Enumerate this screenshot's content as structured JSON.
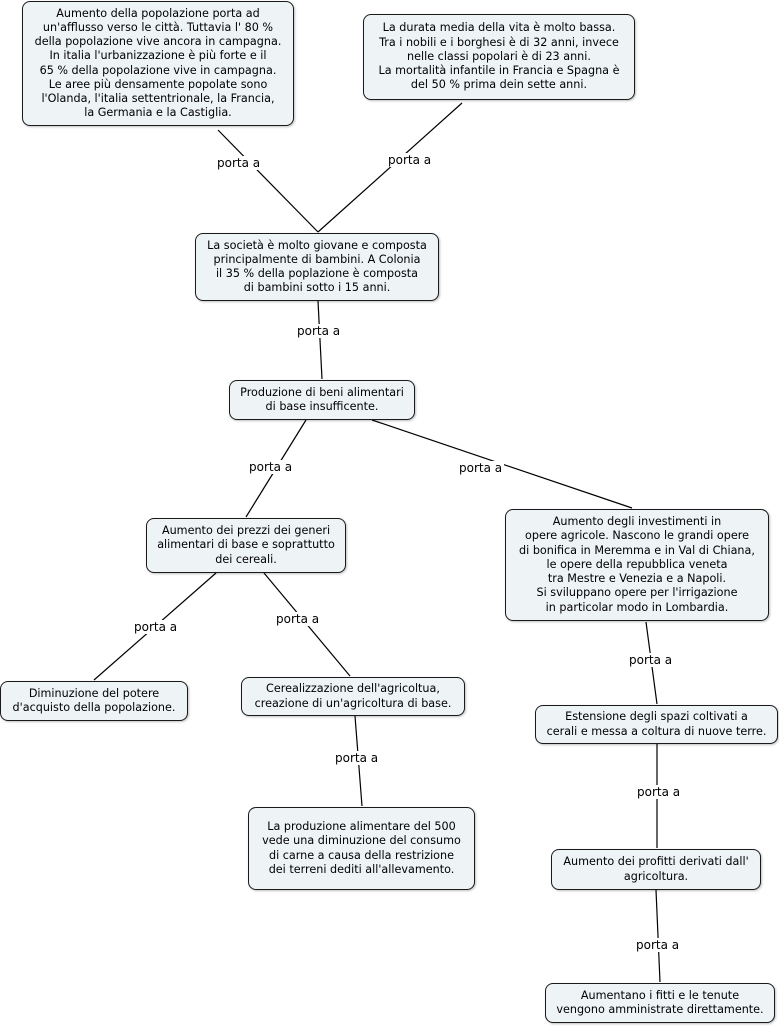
{
  "nodes": [
    {
      "id": "n1",
      "text": "Aumento della popolazione porta ad\nun'afflusso verso le città. Tuttavia l' 80 %\ndella popolazione vive ancora in campagna.\nIn italia l'urbanizzazione è più forte e il\n65 % della popolazione vive in campagna.\nLe aree più densamente popolate sono\nl'Olanda, l'italia settentrionale, la Francia,\nla Germania e la Castiglia."
    },
    {
      "id": "n2",
      "text": "La durata media della vita è molto bassa.\nTra i nobili e i borghesi è di 32 anni, invece\nnelle classi popolari è di 23 anni.\nLa mortalità infantile in Francia e Spagna è\ndel 50 % prima dein sette anni."
    },
    {
      "id": "n3",
      "text": "La società è molto giovane e composta\nprincipalmente di bambini. A Colonia\nil 35 % della poplazione è composta\ndi bambini sotto i 15 anni."
    },
    {
      "id": "n4",
      "text": "Produzione di beni alimentari\ndi base insufficente."
    },
    {
      "id": "n5",
      "text": "Aumento dei prezzi dei generi\nalimentari di base e soprattutto\ndei cereali."
    },
    {
      "id": "n6",
      "text": "Aumento degli investimenti in\nopere agricole. Nascono le grandi opere\ndi bonifica in Meremma e in Val di Chiana,\nle opere della repubblica veneta\ntra Mestre e Venezia e a Napoli.\nSi sviluppano opere per l'irrigazione\nin particolar modo in Lombardia."
    },
    {
      "id": "n7",
      "text": "Diminuzione del potere\nd'acquisto della popolazione."
    },
    {
      "id": "n8",
      "text": "Cerealizzazione dell'agricoltua,\ncreazione di un'agricoltura di base."
    },
    {
      "id": "n9",
      "text": "La produzione alimentare del 500\nvede una diminuzione del consumo\ndi carne a causa della restrizione\ndei terreni dediti all'allevamento."
    },
    {
      "id": "n10",
      "text": "Estensione degli spazi coltivati a\ncerali e messa a coltura di nuove terre."
    },
    {
      "id": "n11",
      "text": "Aumento dei profitti derivati dall'\nagricoltura."
    },
    {
      "id": "n12",
      "text": "Aumentano i fitti e le tenute\nvengono amministrate direttamente."
    }
  ],
  "links": [
    {
      "from": "n1",
      "to": "n3",
      "label": "porta a"
    },
    {
      "from": "n2",
      "to": "n3",
      "label": "porta a"
    },
    {
      "from": "n3",
      "to": "n4",
      "label": "porta a"
    },
    {
      "from": "n4",
      "to": "n5",
      "label": "porta a"
    },
    {
      "from": "n4",
      "to": "n6",
      "label": "porta a"
    },
    {
      "from": "n5",
      "to": "n7",
      "label": "porta a"
    },
    {
      "from": "n5",
      "to": "n8",
      "label": "porta a"
    },
    {
      "from": "n8",
      "to": "n9",
      "label": "porta a"
    },
    {
      "from": "n6",
      "to": "n10",
      "label": "porta a"
    },
    {
      "from": "n10",
      "to": "n11",
      "label": "porta a"
    },
    {
      "from": "n11",
      "to": "n12",
      "label": "porta a"
    }
  ]
}
